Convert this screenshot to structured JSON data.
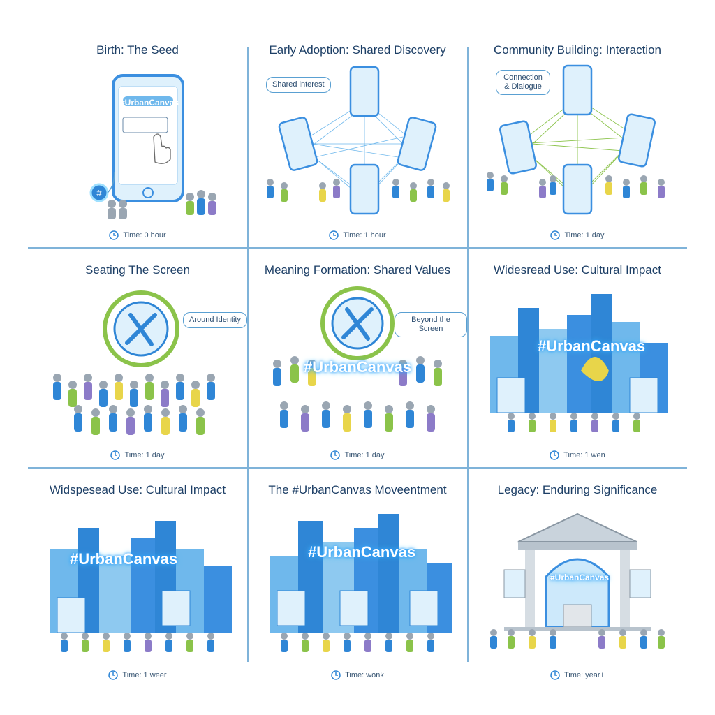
{
  "panels": [
    {
      "title": "Birth: The Seed",
      "time": "Time: 0 hour",
      "callout": "",
      "hashtag": "#UrbanCanvas",
      "art": "seed"
    },
    {
      "title": "Early Adoption: Shared Discovery",
      "time": "Time: 1 hour",
      "callout": "Shared interest",
      "hashtag": "",
      "art": "network"
    },
    {
      "title": "Community Building: Interaction",
      "time": "Time: 1 day",
      "callout": "Connection & Dialogue",
      "hashtag": "",
      "art": "network-green"
    },
    {
      "title": "Seating The Screen",
      "time": "Time: 1 day",
      "callout": "Around Identity",
      "hashtag": "",
      "art": "crowd-badge"
    },
    {
      "title": "Meaning Formation: Shared Values",
      "time": "Time: 1 day",
      "callout": "Beyond the Screen",
      "hashtag": "#UrbanCanvas",
      "art": "crowd-badge-hashtag"
    },
    {
      "title": "Widesread Use: Cultural Impact",
      "time": "Time: 1 wen",
      "callout": "",
      "hashtag": "#UrbanCanvas",
      "art": "city"
    },
    {
      "title": "Widspesead Use: Cultural Impact",
      "time": "Time: 1 weer",
      "callout": "",
      "hashtag": "#UrbanCanvas",
      "art": "city"
    },
    {
      "title": "The #UrbanCanvas Moveentment",
      "time": "Time: wonk",
      "callout": "",
      "hashtag": "#UrbanCanvas",
      "art": "city-movement"
    },
    {
      "title": "Legacy: Enduring Significance",
      "time": "Time: year+",
      "callout": "",
      "hashtag": "#UrbanCanvas",
      "art": "legacy"
    }
  ],
  "colors": {
    "accent": "#2f86d6",
    "lightBlue": "#8ec9f0",
    "green": "#8bc34a",
    "yellow": "#e8d54a",
    "purple": "#8c7bc8",
    "grid": "#7fb3d9"
  }
}
